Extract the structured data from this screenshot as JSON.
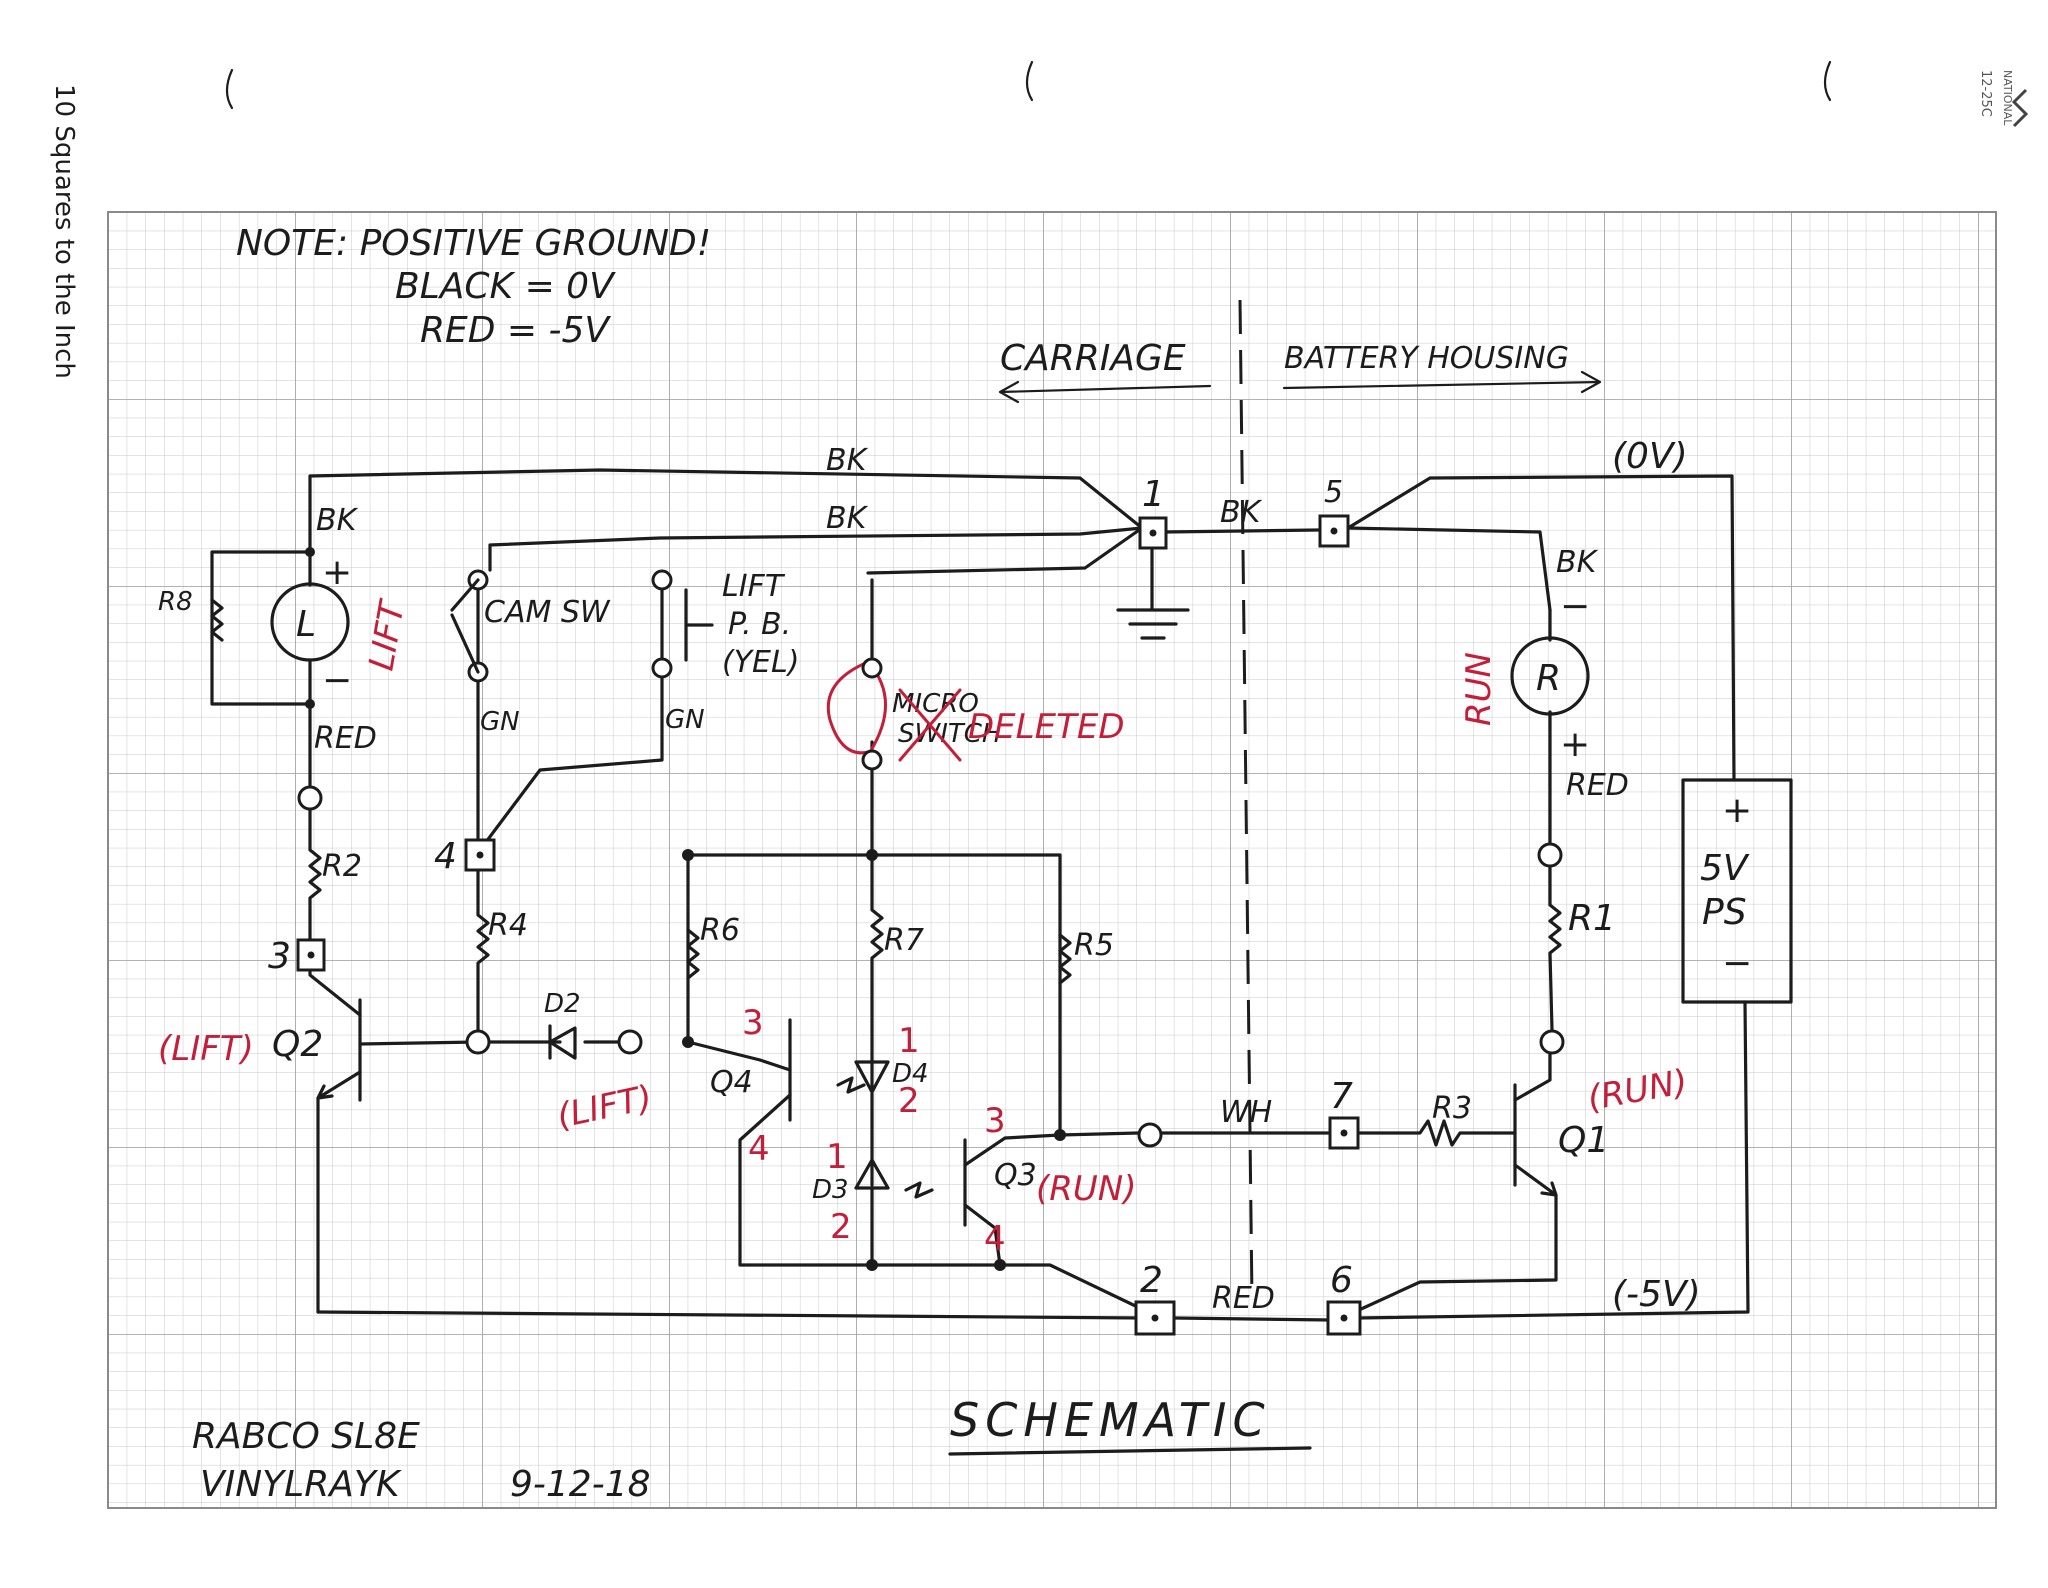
{
  "margin": {
    "side_text": "10 Squares to the Inch",
    "brand_text": "NATIONAL",
    "code_text": "12-25C"
  },
  "notes": {
    "line1": "NOTE: POSITIVE GROUND!",
    "line2": "BLACK = 0V",
    "line3": "RED = -5V"
  },
  "regions": {
    "left": "CARRIAGE",
    "right": "BATTERY HOUSING"
  },
  "voltages": {
    "top": "(0V)",
    "bottom": "(-5V)"
  },
  "wires": {
    "bk": "BK",
    "red": "RED",
    "gn": "GN",
    "wh": "WH"
  },
  "terminals": [
    "1",
    "2",
    "3",
    "4",
    "5",
    "6",
    "7"
  ],
  "components": {
    "r8": "R8",
    "r2": "R2",
    "r4": "R4",
    "r6": "R6",
    "r7": "R7",
    "r5": "R5",
    "r1": "R1",
    "r3": "R3",
    "motor_l": "L",
    "motor_r": "R",
    "q1": "Q1",
    "q2": "Q2",
    "q3": "Q3",
    "q4": "Q4",
    "d2": "D2",
    "d3": "D3",
    "d4": "D4",
    "cam_sw": "CAM SW",
    "lift_pb_1": "LIFT",
    "lift_pb_2": "P. B.",
    "lift_pb_3": "(YEL)",
    "micro_1": "MICRO",
    "micro_2": "SWITCH",
    "ps_1": "5V",
    "ps_2": "PS",
    "plus": "+",
    "minus": "−"
  },
  "red_annotations": {
    "lift_vertical": "LIFT",
    "run_vertical": "RUN",
    "deleted": "DELETED",
    "lift_q2": "(LIFT)",
    "lift_q4": "(LIFT)",
    "run_q3": "(RUN)",
    "run_q1": "(RUN)",
    "pin1": "1",
    "pin2": "2",
    "pin3": "3",
    "pin4": "4"
  },
  "footer": {
    "model": "RABCO SL8E",
    "author": "VINYLRAYK",
    "date": "9-12-18",
    "title": "SCHEMATIC"
  },
  "colors": {
    "ink": "#1c1c1c",
    "red_ink": "#c21f3a",
    "grid": "#b9b9b9"
  }
}
